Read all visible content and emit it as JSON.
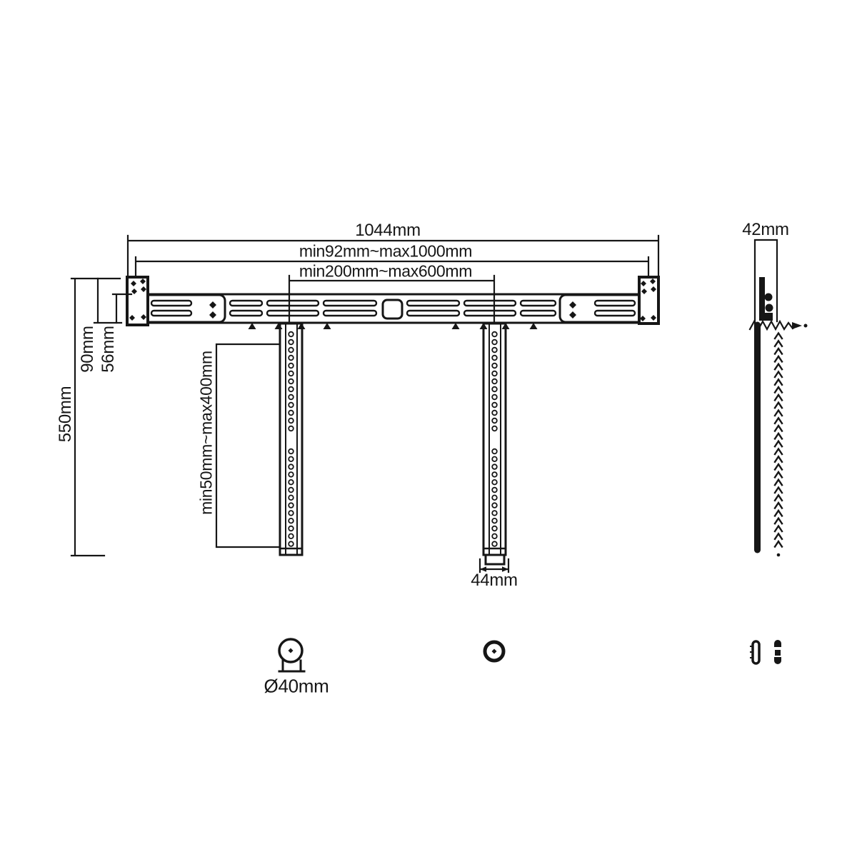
{
  "drawing": {
    "title_hint": "soundbar wall mount bracket dimension drawing",
    "line_color": "#161616",
    "background_color": "#ffffff",
    "front_view": {
      "dim_total_width": "1044mm",
      "dim_tv_mount_range": "min92mm~max1000mm",
      "dim_bracket_spacing_range": "min200mm~max600mm",
      "dim_plate_height": "90mm",
      "dim_bar_height": "56mm",
      "dim_total_height": "550mm",
      "dim_vertical_adjust_range": "min50mm~max400mm",
      "dim_rail_width": "44mm"
    },
    "side_view": {
      "dim_depth": "42mm"
    },
    "parts": {
      "dim_spacer_diameter": "Ø40mm"
    }
  }
}
